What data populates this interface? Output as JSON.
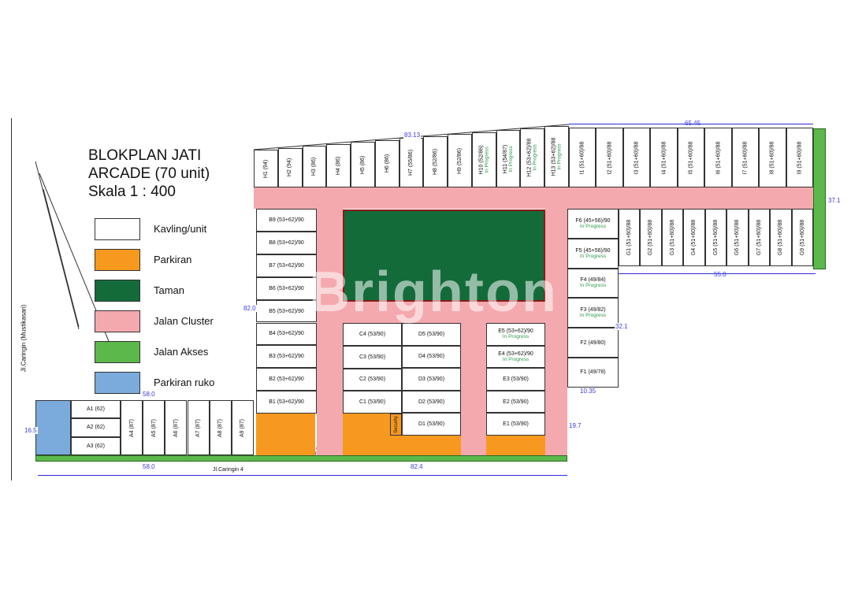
{
  "title": {
    "line1": "BLOKPLAN JATI",
    "line2": "ARCADE (70 unit)",
    "line3": "Skala 1 : 400"
  },
  "legend": [
    {
      "label": "Kavling/unit",
      "color": "#ffffff"
    },
    {
      "label": "Parkiran",
      "color": "#f7991f"
    },
    {
      "label": "Taman",
      "color": "#146b3a"
    },
    {
      "label": "Jalan Cluster",
      "color": "#f4a9ae"
    },
    {
      "label": "Jalan Akses",
      "color": "#5cb84a"
    },
    {
      "label": "Parkiran ruko",
      "color": "#7aabdc"
    }
  ],
  "roads": {
    "west": "Jl.Caringin (Mustikasari)",
    "south": "Jl.Caringin 4"
  },
  "watermark": "Brighton",
  "status_label": "In Progress",
  "security": "Security",
  "dimensions": {
    "top_h": "83.13",
    "top_i": "65.45",
    "right": "37.1",
    "g_bottom": "55.0",
    "f_side": "32.1",
    "f_bottom": "10.35",
    "left_height": "82.0",
    "e_side": "19.7",
    "a_top": "58.0",
    "a_bottom": "58.0",
    "bottom": "82.4",
    "a_side": "16.5"
  },
  "blocks": {
    "H": [
      {
        "label": "H1 (94)"
      },
      {
        "label": "H2 (94)"
      },
      {
        "label": "H3 (86)"
      },
      {
        "label": "H4 (86)"
      },
      {
        "label": "H5 (86)"
      },
      {
        "label": "H6 (86)"
      },
      {
        "label": "H7 (55/86)"
      },
      {
        "label": "H8 (52/86)"
      },
      {
        "label": "H9 (52/86)"
      },
      {
        "label": "H10 (52/86)",
        "in_progress": true
      },
      {
        "label": "H11 (54/87)",
        "in_progress": true
      },
      {
        "label": "H12 (53+62)/88",
        "in_progress": true
      },
      {
        "label": "H13 (53+62)/88",
        "in_progress": true
      }
    ],
    "I": [
      {
        "label": "I1 (51+60)/88"
      },
      {
        "label": "I2 (51+60)/88"
      },
      {
        "label": "I3 (51+60)/88"
      },
      {
        "label": "I4 (51+60)/88"
      },
      {
        "label": "I5 (51+60)/88"
      },
      {
        "label": "I6 (51+60)/88"
      },
      {
        "label": "I7 (51+60)/88"
      },
      {
        "label": "I8 (51+60)/88"
      },
      {
        "label": "I9 (51+60)/88"
      }
    ],
    "G": [
      {
        "label": "G1 (51+60)/88"
      },
      {
        "label": "G2 (51+60)/88"
      },
      {
        "label": "G3 (51+60)/88"
      },
      {
        "label": "G4 (51+60)/88"
      },
      {
        "label": "G5 (51+60)/88"
      },
      {
        "label": "G6 (51+60)/88"
      },
      {
        "label": "G7 (51+60)/88"
      },
      {
        "label": "G8 (51+60)/88"
      },
      {
        "label": "G9 (51+60)/88"
      }
    ],
    "F": [
      {
        "label": "F6 (45+56)/90",
        "in_progress": true
      },
      {
        "label": "F5 (45+56)/90",
        "in_progress": true
      },
      {
        "label": "F4 (49/84)",
        "in_progress": true
      },
      {
        "label": "F3 (49/82)",
        "in_progress": true
      },
      {
        "label": "F2 (49/80)"
      },
      {
        "label": "F1 (49/78)"
      }
    ],
    "B": [
      {
        "label": "B9 (53+62)/90"
      },
      {
        "label": "B8 (53+62)/90"
      },
      {
        "label": "B7 (53+62)/90"
      },
      {
        "label": "B6 (53+62)/90"
      },
      {
        "label": "B5 (53+62)/90"
      },
      {
        "label": "B4 (53+62)/90"
      },
      {
        "label": "B3 (53+62)/90"
      },
      {
        "label": "B2 (53+62)/90"
      },
      {
        "label": "B1 (53+62)/90"
      }
    ],
    "C": [
      {
        "label": "C4 (53/90)"
      },
      {
        "label": "C3 (53/90)"
      },
      {
        "label": "C2 (53/90)"
      },
      {
        "label": "C1 (53/90)"
      }
    ],
    "D": [
      {
        "label": "D5 (53/90)"
      },
      {
        "label": "D4 (53/90)"
      },
      {
        "label": "D3 (53/90)"
      },
      {
        "label": "D2 (53/90)"
      },
      {
        "label": "D1 (53/90)"
      }
    ],
    "E": [
      {
        "label": "E5 (53+62)/90",
        "in_progress": true
      },
      {
        "label": "E4 (53+62)/90",
        "in_progress": true
      },
      {
        "label": "E3 (53/90)"
      },
      {
        "label": "E2 (53/90)"
      },
      {
        "label": "E1 (53/90)"
      }
    ],
    "A_row": [
      {
        "label": "A1 (62)"
      },
      {
        "label": "A2 (62)"
      },
      {
        "label": "A3 (62)"
      }
    ],
    "A_col": [
      {
        "label": "A4 (87)"
      },
      {
        "label": "A5 (87)"
      },
      {
        "label": "A6 (87)"
      },
      {
        "label": "A7 (87)"
      },
      {
        "label": "A8 (87)"
      },
      {
        "label": "A9 (87)"
      }
    ]
  }
}
